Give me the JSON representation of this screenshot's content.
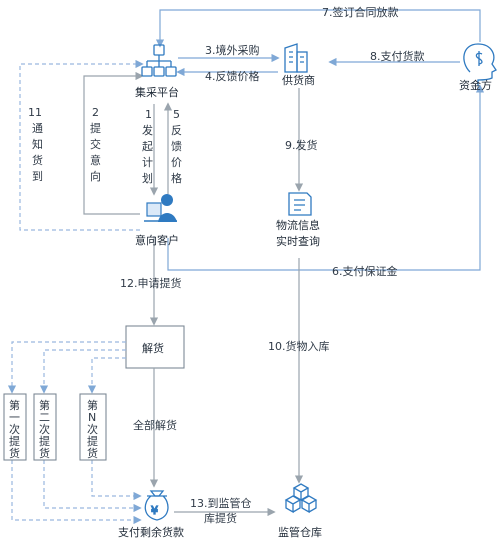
{
  "nodes": {
    "platform": "集采平台",
    "supplier": "供货商",
    "fund": "资金方",
    "customer": "意向客户",
    "logistics": [
      "物流信息",
      "实时查询"
    ],
    "release": "解货",
    "warehouse": "监管仓库",
    "payment": "支付剩余货款",
    "pick1": [
      "第",
      "一",
      "次",
      "提",
      "货"
    ],
    "pick2": [
      "第",
      "二",
      "次",
      "提",
      "货"
    ],
    "pickN": [
      "第",
      "N",
      "次",
      "提",
      "货"
    ]
  },
  "edges": {
    "e1": [
      "1",
      "发",
      "起",
      "计",
      "划"
    ],
    "e2": [
      "2",
      "提",
      "交",
      "意",
      "向"
    ],
    "e3": "3.境外采购",
    "e4": "4.反馈价格",
    "e5": [
      "5",
      "反",
      "馈",
      "价",
      "格"
    ],
    "e6": "6.支付保证金",
    "e7": "7.签订合同放款",
    "e8": "8.支付货款",
    "e9": "9.发货",
    "e10": "10.货物入库",
    "e11": [
      "11",
      "通",
      "知",
      "货",
      "到"
    ],
    "e12": "12.申请提货",
    "e13": [
      "13.到监管仓",
      "库提货"
    ],
    "all_release": "全部解货"
  }
}
